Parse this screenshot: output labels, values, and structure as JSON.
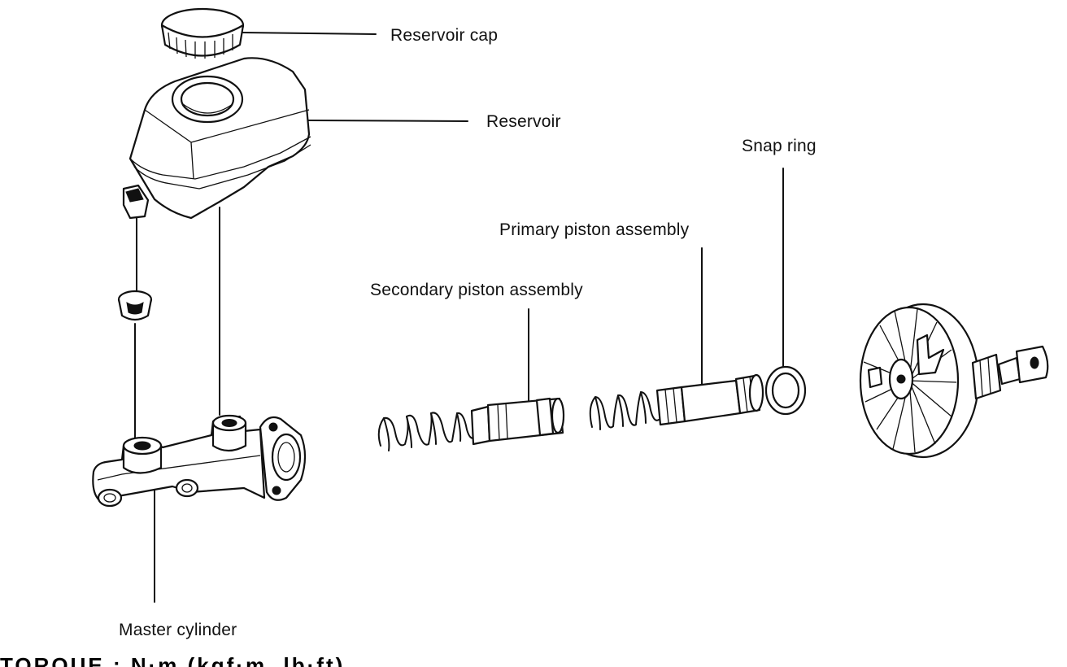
{
  "labels": {
    "reservoir_cap": "Reservoir cap",
    "reservoir": "Reservoir",
    "snap_ring": "Snap ring",
    "primary_piston": "Primary piston assembly",
    "secondary_piston": "Secondary piston assembly",
    "master_cylinder": "Master cylinder"
  },
  "footer_text": "TORQUE : N·m (kgf·m, lb·ft)"
}
